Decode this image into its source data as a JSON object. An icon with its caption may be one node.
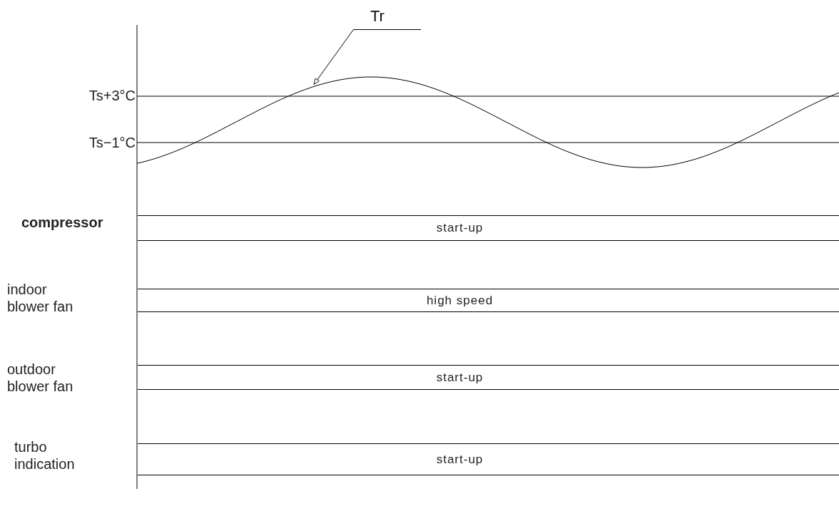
{
  "diagram": {
    "nodes": [
      {
        "text": [
          "Tr"
        ]
      },
      {
        "text": [],
        "shape": "curve"
      },
      {
        "text": [
          "start-up"
        ]
      },
      {
        "text": [
          "high speed"
        ]
      },
      {
        "text": [
          "start-up"
        ]
      },
      {
        "text": [
          "start-up"
        ]
      }
    ],
    "edges": [
      {
        "from": 0,
        "to": 1,
        "arrow": "to"
      }
    ],
    "labels": [
      "Ts+3°C",
      "Ts−1°C",
      "compressor",
      "indoor blower fan",
      "outdoor blower fan",
      "turbo indication"
    ]
  }
}
